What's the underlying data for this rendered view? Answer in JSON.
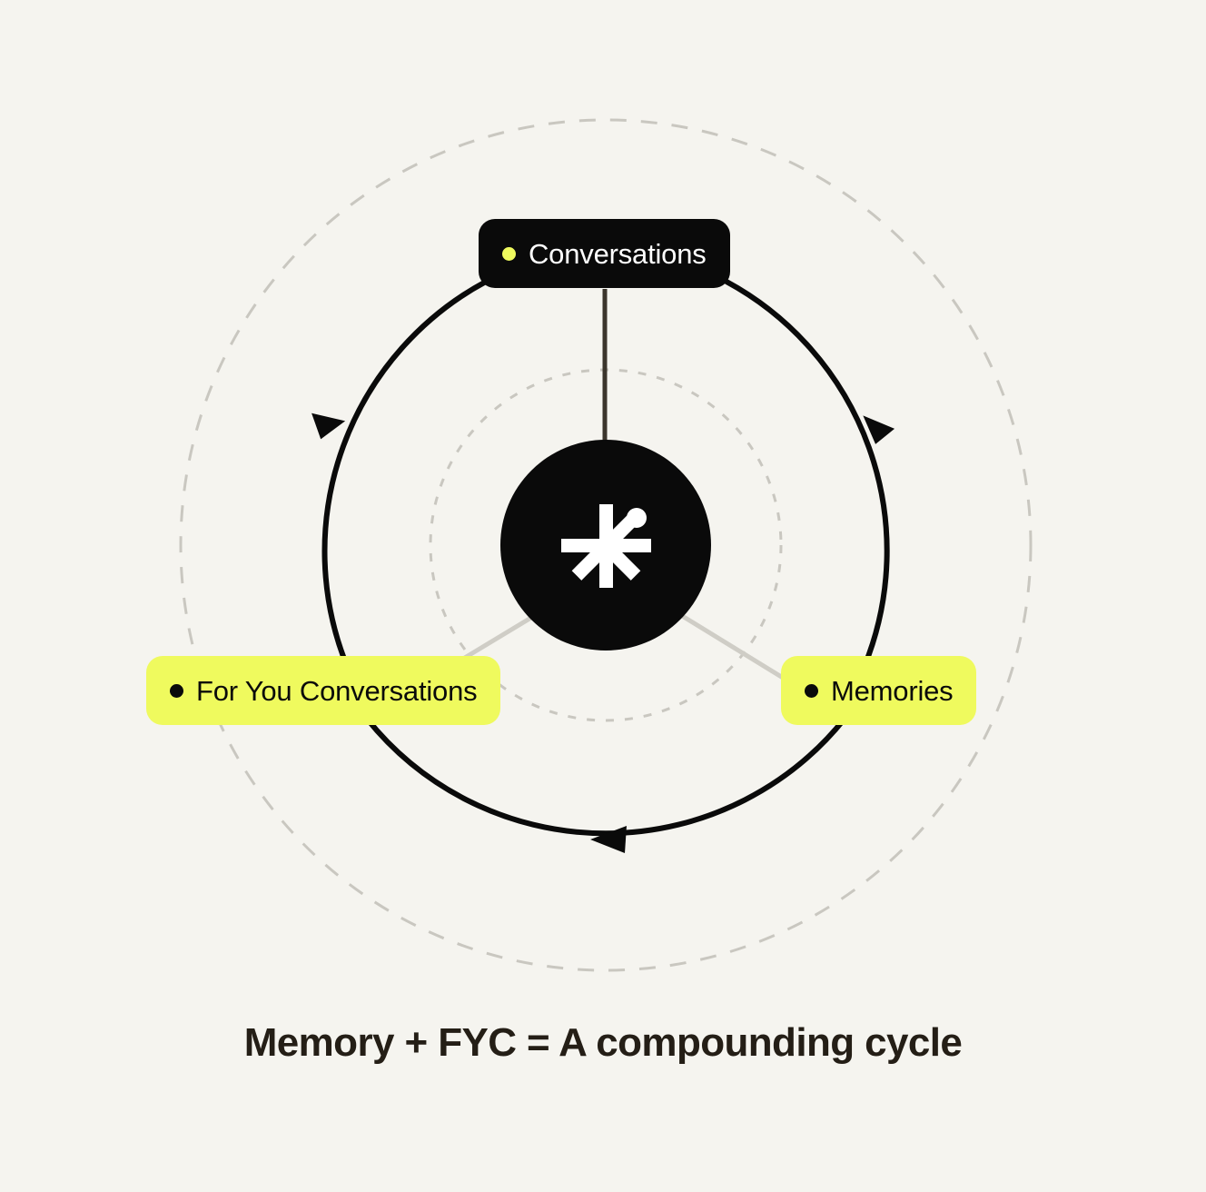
{
  "diagram": {
    "type": "cycle",
    "title": "Memory + FYC = A compounding cycle",
    "background_color": "#F5F4EF",
    "accent_color": "#EFFA5E",
    "dark_color": "#0A0A0A",
    "ring_color": "#C9C7C0",
    "connector_color": "#CFCDC6",
    "caption": "Memory + FYC = A compounding cycle",
    "center": {
      "icon_name": "asterisk-dot-logo",
      "shape": "circle",
      "fill": "#0A0A0A"
    },
    "nodes": [
      {
        "id": "conversations",
        "label": "Conversations",
        "style": "dark",
        "dot_color": "#EFFA5E",
        "position": "top"
      },
      {
        "id": "for-you-conversations",
        "label": "For You Conversations",
        "style": "accent",
        "dot_color": "#0A0A0A",
        "position": "left"
      },
      {
        "id": "memories",
        "label": "Memories",
        "style": "accent",
        "dot_color": "#0A0A0A",
        "position": "right"
      }
    ],
    "rings": [
      {
        "id": "outer-ring",
        "stroke": "dashed",
        "radius": 468
      },
      {
        "id": "flow-ring",
        "stroke": "solid",
        "radius": 337
      },
      {
        "id": "inner-ring",
        "stroke": "dotted",
        "radius": 193
      }
    ],
    "arrows": [
      {
        "id": "arrow-left",
        "direction": "down-left"
      },
      {
        "id": "arrow-right",
        "direction": "down-right"
      },
      {
        "id": "arrow-bottom",
        "direction": "left"
      }
    ]
  }
}
